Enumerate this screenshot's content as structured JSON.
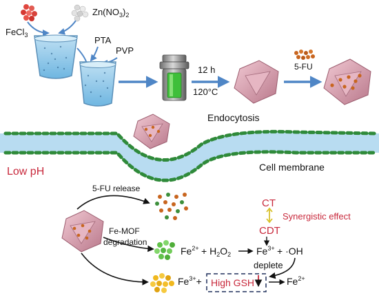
{
  "synthesis": {
    "fecl3": "FeCl",
    "fecl3_sub": "3",
    "zn_a": "Zn(NO",
    "zn_sub": "3",
    "zn_b": ")",
    "zn_sub2": "2",
    "pta": "PTA",
    "pvp": "PVP",
    "time": "12 h",
    "temperature": "120°C",
    "drug": "5-FU"
  },
  "membrane": {
    "endocytosis": "Endocytosis",
    "cell_membrane": "Cell membrane",
    "low_ph": "Low pH"
  },
  "mechanism": {
    "release": "5-FU release",
    "mof_line1": "Fe-MOF",
    "mof_line2": "degradation",
    "ct": "CT",
    "cdt": "CDT",
    "synergy": "Synergistic effect",
    "fe2_a": "Fe",
    "fe2_sup": "2+",
    "plus": "+ H",
    "h2o2_sub": "2",
    "o": "O",
    "h2o2_sub2": "2",
    "fe3_a": "Fe",
    "fe3_sup": "3+",
    "plus_oh": "+ ·OH",
    "deplete": "deplete",
    "fe3b_a": "Fe",
    "fe3b_sup": "3+",
    "fe3b_plus": "+",
    "gsh": "High GSH",
    "fe2b_a": "Fe",
    "fe2b_sup": "2+"
  },
  "colors": {
    "arrow_blue": "#4f86c6",
    "red_label": "#c8283b",
    "membrane_green": "#2f8a3a",
    "particle_pink": "#dca4b4",
    "drug_orange": "#c8651e"
  }
}
